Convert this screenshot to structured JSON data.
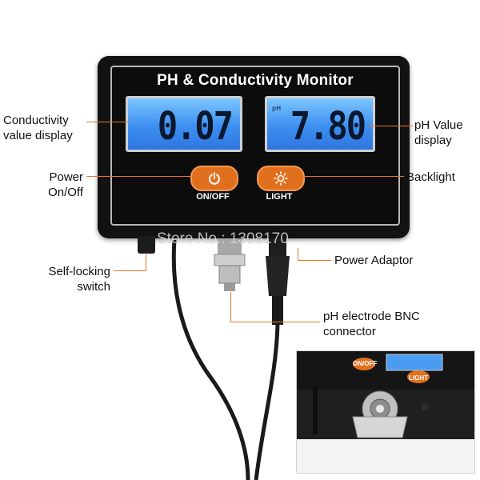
{
  "device": {
    "title": "PH & Conductivity Monitor",
    "conductivity_reading": "0.07",
    "ph_reading": "7.80",
    "ph_small_label": "pH",
    "power_label": "ON/OFF",
    "light_label": "LIGHT"
  },
  "annotations": {
    "conductivity": "Conductivity value display",
    "ph_value": "pH Value display",
    "power": "Power On/Off",
    "backlight": "Backlight",
    "self_locking": "Self-locking switch",
    "power_adaptor": "Power Adaptor",
    "bnc": "pH electrode BNC connector"
  },
  "watermark": "Store No.: 1308170",
  "inset": {
    "power_label": "ON/OFF",
    "light_label": "LIGHT"
  },
  "colors": {
    "accent": "#e8762a",
    "lcd": "#4a9bf2",
    "body": "#121212"
  }
}
